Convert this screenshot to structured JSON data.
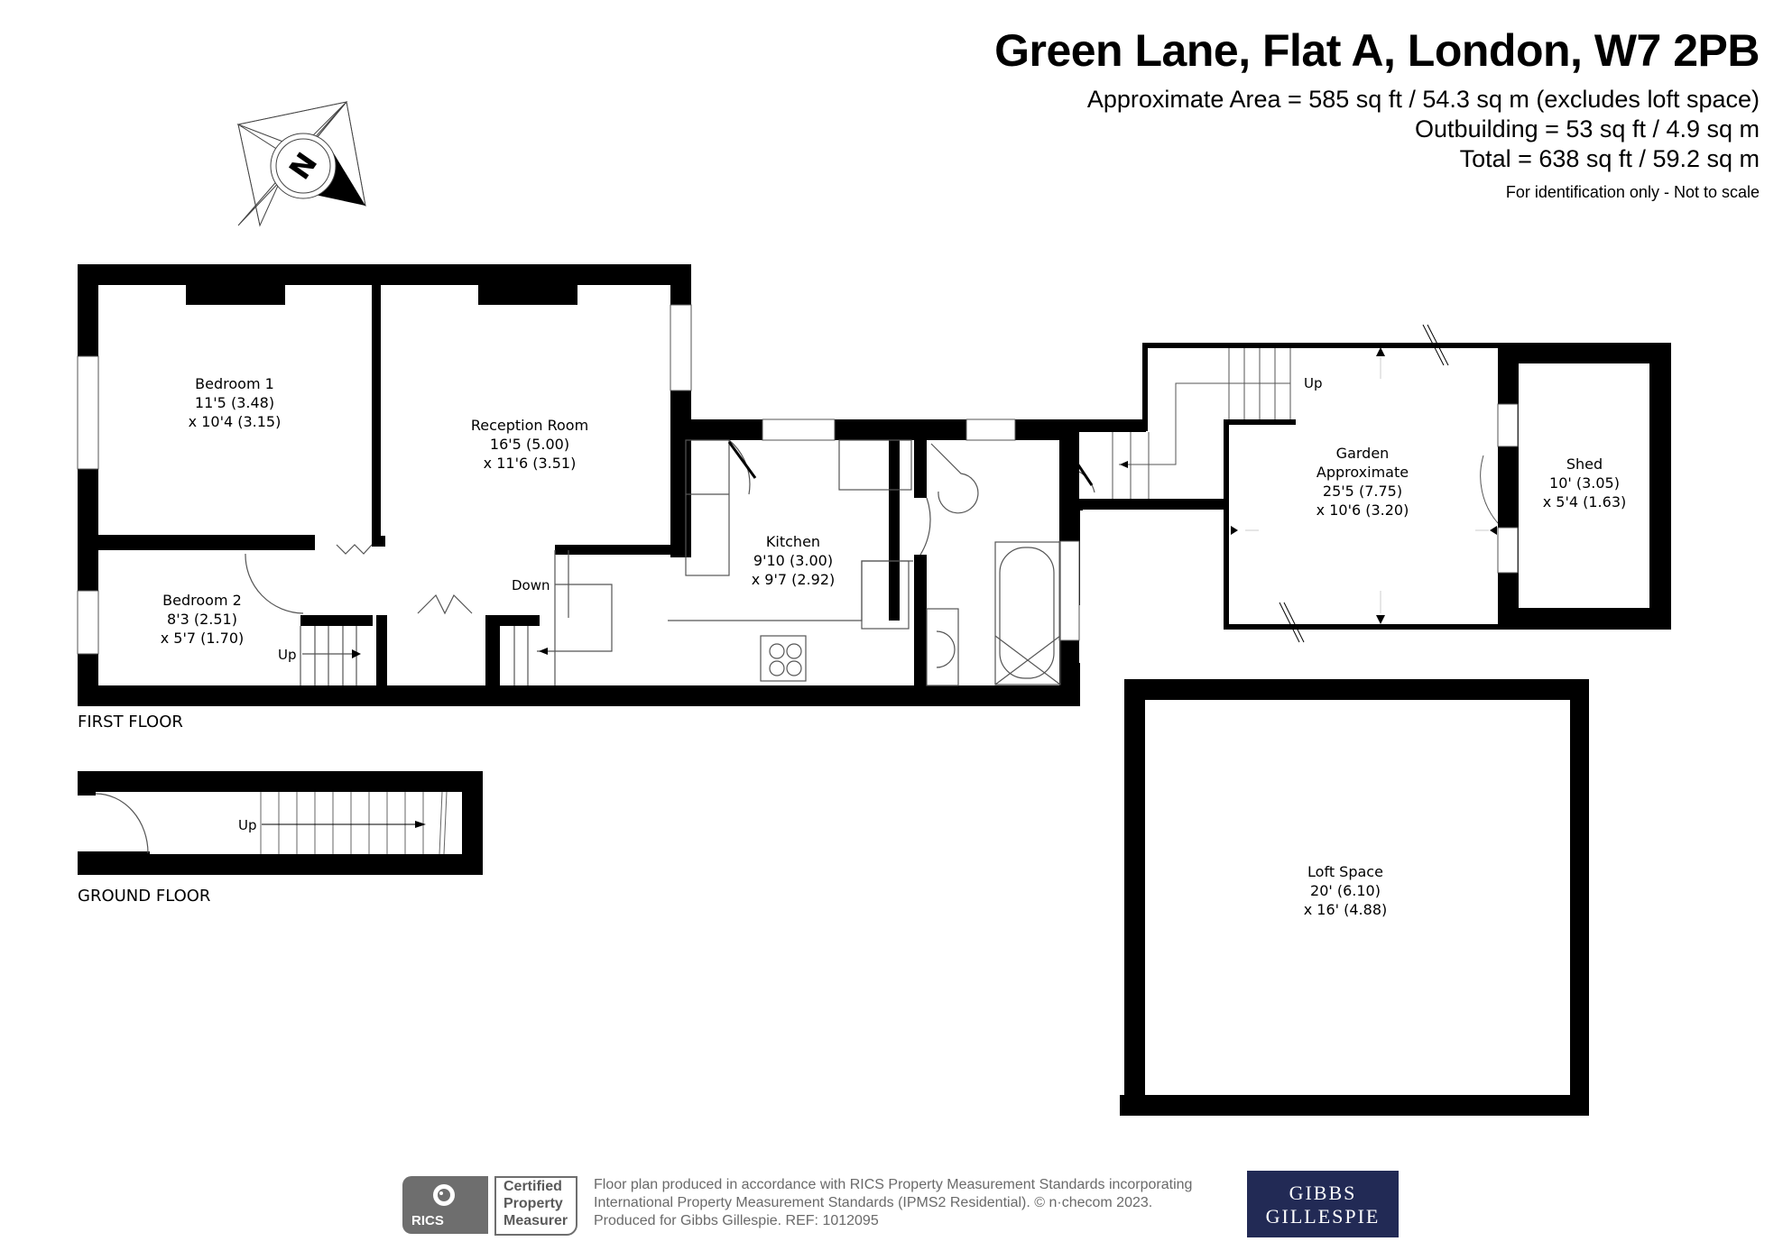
{
  "header": {
    "title": "Green Lane, Flat A, London, W7 2PB",
    "area_lines": [
      "Approximate Area = 585 sq ft / 54.3 sq m (excludes loft space)",
      "Outbuilding = 53 sq ft / 4.9 sq m",
      "Total = 638 sq ft / 59.2 sq m"
    ],
    "disclaimer": "For identification only - Not to scale"
  },
  "compass": {
    "letter": "N",
    "icon": "compass-rose-icon"
  },
  "floors": {
    "first": {
      "label": "FIRST FLOOR",
      "rooms": [
        {
          "name": "Bedroom 1",
          "dim1": "11'5 (3.48)",
          "dim2": "x 10'4 (3.15)"
        },
        {
          "name": "Reception Room",
          "dim1": "16'5 (5.00)",
          "dim2": "x 11'6 (3.51)"
        },
        {
          "name": "Bedroom 2",
          "dim1": "8'3 (2.51)",
          "dim2": "x 5'7 (1.70)"
        },
        {
          "name": "Kitchen",
          "dim1": "9'10 (3.00)",
          "dim2": "x 9'7 (2.92)"
        }
      ],
      "stairs": [
        "Up",
        "Down"
      ]
    },
    "ground": {
      "label": "GROUND FLOOR",
      "stairs": [
        "Up"
      ]
    },
    "outdoor": {
      "rooms": [
        {
          "name": "Garden",
          "name2": "Approximate",
          "dim1": "25'5 (7.75)",
          "dim2": "x 10'6 (3.20)"
        },
        {
          "name": "Shed",
          "dim1": "10' (3.05)",
          "dim2": "x 5'4 (1.63)"
        }
      ],
      "stairs": [
        "Up"
      ]
    },
    "loft": {
      "rooms": [
        {
          "name": "Loft Space",
          "dim1": "20' (6.10)",
          "dim2": "x 16' (4.88)"
        }
      ]
    }
  },
  "footer": {
    "rics_text": "RICS",
    "certified_lines": [
      "Certified",
      "Property",
      "Measurer"
    ],
    "note_lines": [
      "Floor plan produced in accordance with RICS Property Measurement Standards incorporating",
      "International Property Measurement Standards (IPMS2 Residential).   © n·checom 2023.",
      "Produced for Gibbs Gillespie.   REF:  1012095"
    ],
    "agent_lines": [
      "GIBBS",
      "GILLESPIE"
    ],
    "agent_color": "#222a55"
  }
}
